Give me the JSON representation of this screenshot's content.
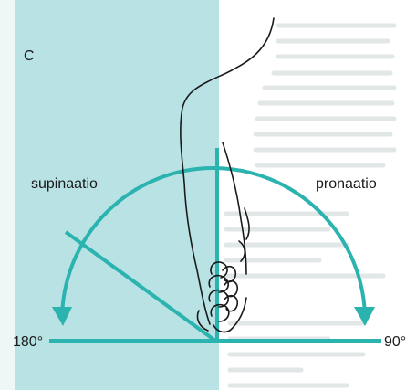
{
  "figure": {
    "panel_letter": "C",
    "label_left": "supinaatio",
    "label_right": "pronaatio",
    "angle_left": "180°",
    "angle_right": "90°"
  },
  "colors": {
    "panel_background": "#b8e2e4",
    "page_background": "#ffffff",
    "teal": "#2bb3b0",
    "outline": "#1a1a1a",
    "show_through_text": "#c9d3d5"
  },
  "icons": {
    "hand": "forearm-and-fist-outline-icon"
  }
}
